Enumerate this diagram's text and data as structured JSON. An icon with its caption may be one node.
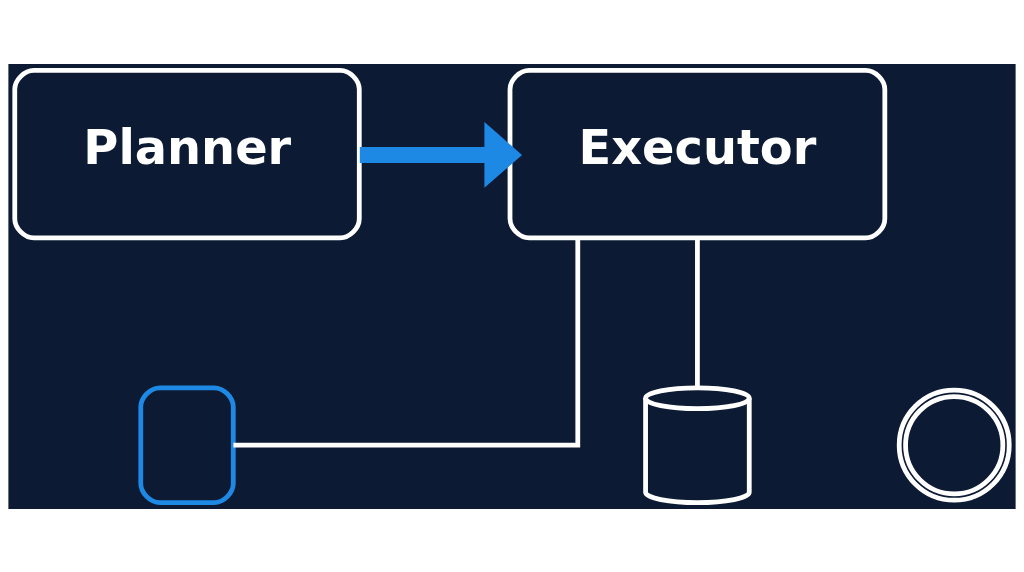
{
  "diagram": {
    "nodes": [
      {
        "text": [
          "Planner"
        ]
      },
      {
        "text": [
          "Executor"
        ]
      },
      {
        "text": [],
        "shape": "box"
      },
      {
        "text": [],
        "shape": "cylinder"
      },
      {
        "text": [],
        "shape": "circle"
      }
    ],
    "edges": [
      {
        "from": 0,
        "to": 1,
        "arrow": "to",
        "style": "thick",
        "color": "#1e88e5"
      },
      {
        "from": 1,
        "to": 2,
        "arrow": "none"
      },
      {
        "from": 1,
        "to": 3,
        "arrow": "none"
      }
    ]
  }
}
